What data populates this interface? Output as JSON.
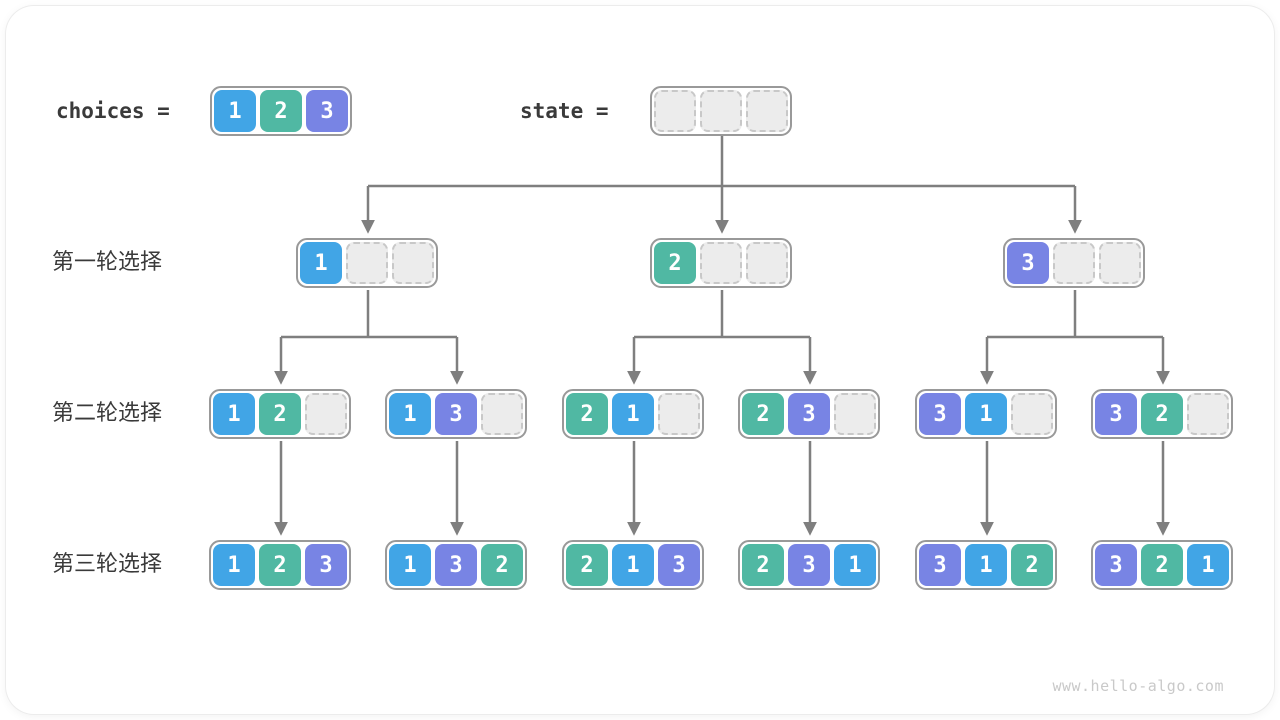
{
  "watermark": "www.hello-algo.com",
  "colors": {
    "1": "#41a5e6",
    "2": "#50b8a3",
    "3": "#7884e4"
  },
  "palette": {
    "line": "#7f7f7f",
    "node_border": "#999999",
    "empty_bg": "#ececec",
    "empty_border": "#c8c8c8",
    "text": "#3a3a3a",
    "watermark": "#c9c9c9"
  },
  "header": {
    "choices_label": "choices =",
    "state_label": "state =",
    "choices_cells": [
      1,
      2,
      3
    ],
    "state_cells": [
      null,
      null,
      null
    ]
  },
  "rows": [
    {
      "label": "第一轮选择",
      "nodes": [
        [
          1,
          null,
          null
        ],
        [
          2,
          null,
          null
        ],
        [
          3,
          null,
          null
        ]
      ]
    },
    {
      "label": "第二轮选择",
      "nodes": [
        [
          1,
          2,
          null
        ],
        [
          1,
          3,
          null
        ],
        [
          2,
          1,
          null
        ],
        [
          2,
          3,
          null
        ],
        [
          3,
          1,
          null
        ],
        [
          3,
          2,
          null
        ]
      ]
    },
    {
      "label": "第三轮选择",
      "nodes": [
        [
          1,
          2,
          3
        ],
        [
          1,
          3,
          2
        ],
        [
          2,
          1,
          3
        ],
        [
          2,
          3,
          1
        ],
        [
          3,
          1,
          2
        ],
        [
          3,
          2,
          1
        ]
      ]
    }
  ]
}
